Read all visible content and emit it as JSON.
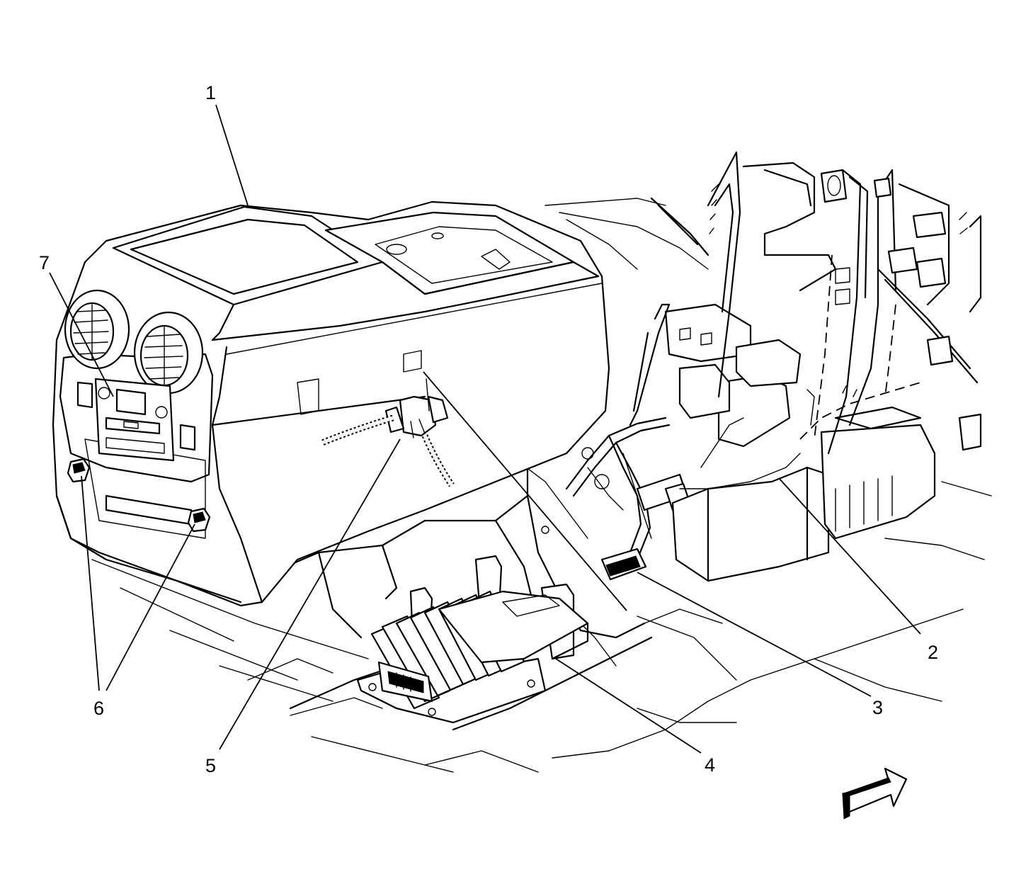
{
  "callouts": [
    {
      "id": "1",
      "label": "1"
    },
    {
      "id": "2",
      "label": "2"
    },
    {
      "id": "3",
      "label": "3"
    },
    {
      "id": "4",
      "label": "4"
    },
    {
      "id": "5",
      "label": "5"
    },
    {
      "id": "6",
      "label": "6"
    },
    {
      "id": "7",
      "label": "7"
    }
  ],
  "icons": {
    "orientation": "forward-arrow-icon"
  }
}
